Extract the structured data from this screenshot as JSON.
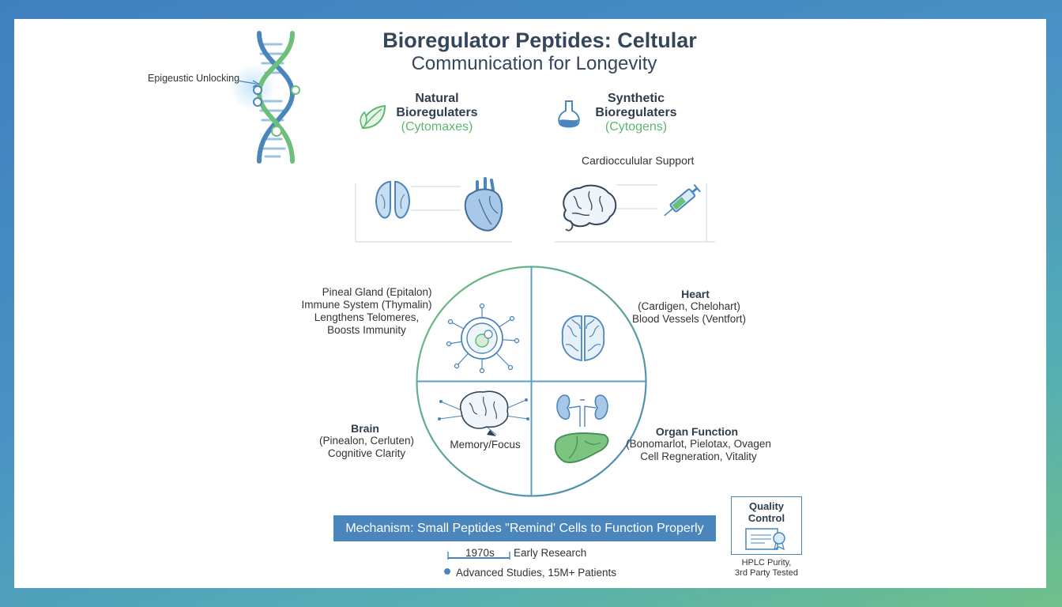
{
  "title": {
    "line1": "Bioregulator Peptides: Celtular",
    "line2": "Communication for Longevity"
  },
  "epigenetic_label": "Epigeustic Unlocking",
  "natural": {
    "line1": "Natural",
    "line2": "Bioregulaters",
    "line3": "(Cytomaxes)"
  },
  "synthetic": {
    "line1": "Synthetic",
    "line2": "Bioregulaters",
    "line3": "(Cytogens)"
  },
  "cardio_label": "Cardiocculular Support",
  "quadrants": {
    "top_left": {
      "line1": "Pineal Gland (Epitalon)",
      "line2": "Immune System (Thymalin)",
      "line3": "Lengthens Telomeres,",
      "line4": "Boosts Immunity"
    },
    "top_right": {
      "line1": "Heart",
      "line2": "(Cardigen, Chelohart)",
      "line3": "Blood Vessels (Ventfort)"
    },
    "bottom_left": {
      "line1": "Brain",
      "line2": "(Pinealon, Cerluten)",
      "line3": "Cognitive Clarity",
      "inner": "Memory/Focus"
    },
    "bottom_right": {
      "line1": "Organ Function",
      "line2": "(Bonomarlot, Pielotax, Ovagen",
      "line3": "Cell Regneration, Vitality"
    }
  },
  "mechanism": "Mechanism: Small Peptides \"Remind' Cells to Function Properly",
  "timeline": {
    "year": "1970s",
    "early": "Early Research",
    "advanced": "Advanced Studies, 15M+ Patients"
  },
  "quality": {
    "line1": "Quality",
    "line2": "Control",
    "note1": "HPLC Purity,",
    "note2": "3rd Party Tested"
  },
  "colors": {
    "blue": "#4a86bc",
    "green": "#5bb86e",
    "text": "#2f3d4d"
  }
}
